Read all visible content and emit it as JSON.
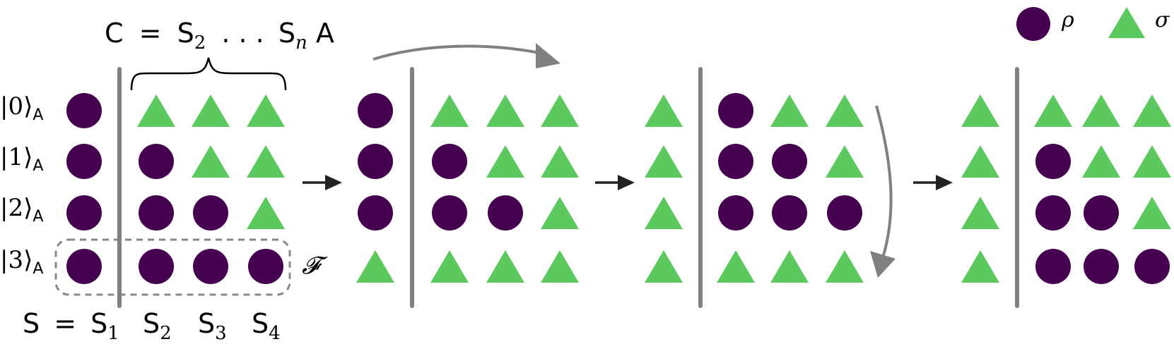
{
  "colors": {
    "rho": "#450050",
    "sigma": "#5cc95e",
    "divider": "#808080",
    "arrow": "#222222",
    "dashed": "#888888"
  },
  "legend": {
    "rho_symbol": "ρ",
    "sigma_symbol": "σ"
  },
  "top_label": {
    "C": "C",
    "eq": "=",
    "S": "S",
    "sub2": "2",
    "dots": ". . .",
    "Sn": "S",
    "subn": "n",
    "A": "A"
  },
  "rows": [
    {
      "ket": "|0⟩",
      "sub": "A"
    },
    {
      "ket": "|1⟩",
      "sub": "A"
    },
    {
      "ket": "|2⟩",
      "sub": "A"
    },
    {
      "ket": "|3⟩",
      "sub": "A"
    }
  ],
  "bottom_labels": {
    "S": "S",
    "eq": "=",
    "S1": "S",
    "sub1": "1",
    "S2": "S",
    "sub2": "2",
    "S3": "S",
    "sub3": "3",
    "S4": "S",
    "sub4": "4"
  },
  "fidelity_label": "𝓕",
  "panels": [
    {
      "left": [
        "c",
        "c",
        "c",
        "c"
      ],
      "grid": [
        [
          "t",
          "t",
          "t"
        ],
        [
          "c",
          "t",
          "t"
        ],
        [
          "c",
          "c",
          "t"
        ],
        [
          "c",
          "c",
          "c"
        ]
      ]
    },
    {
      "left": [
        "c",
        "c",
        "c",
        "t"
      ],
      "grid": [
        [
          "t",
          "t",
          "t"
        ],
        [
          "c",
          "t",
          "t"
        ],
        [
          "c",
          "c",
          "t"
        ],
        [
          "t",
          "t",
          "t"
        ]
      ]
    },
    {
      "left": [
        "t",
        "t",
        "t",
        "t"
      ],
      "grid": [
        [
          "c",
          "t",
          "t"
        ],
        [
          "c",
          "c",
          "t"
        ],
        [
          "c",
          "c",
          "c"
        ],
        [
          "t",
          "t",
          "t"
        ]
      ]
    },
    {
      "left": [
        "t",
        "t",
        "t",
        "t"
      ],
      "grid": [
        [
          "t",
          "t",
          "t"
        ],
        [
          "c",
          "t",
          "t"
        ],
        [
          "c",
          "c",
          "t"
        ],
        [
          "c",
          "c",
          "c"
        ]
      ]
    }
  ]
}
